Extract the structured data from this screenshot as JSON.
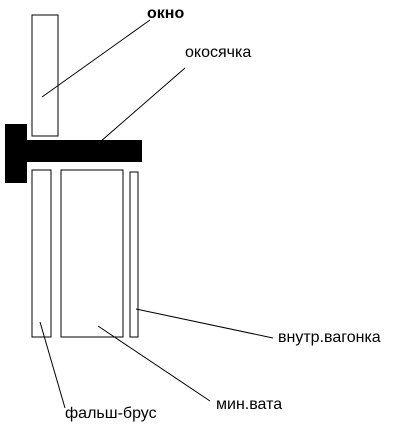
{
  "labels": {
    "window": "окно",
    "jamb": "окосячка",
    "inner_lining": "внутр.вагонка",
    "mineral_wool": "мин.вата",
    "false_beam": "фальш-брус"
  },
  "colors": {
    "background": "#ffffff",
    "stroke": "#000000",
    "fill_solid": "#000000"
  }
}
